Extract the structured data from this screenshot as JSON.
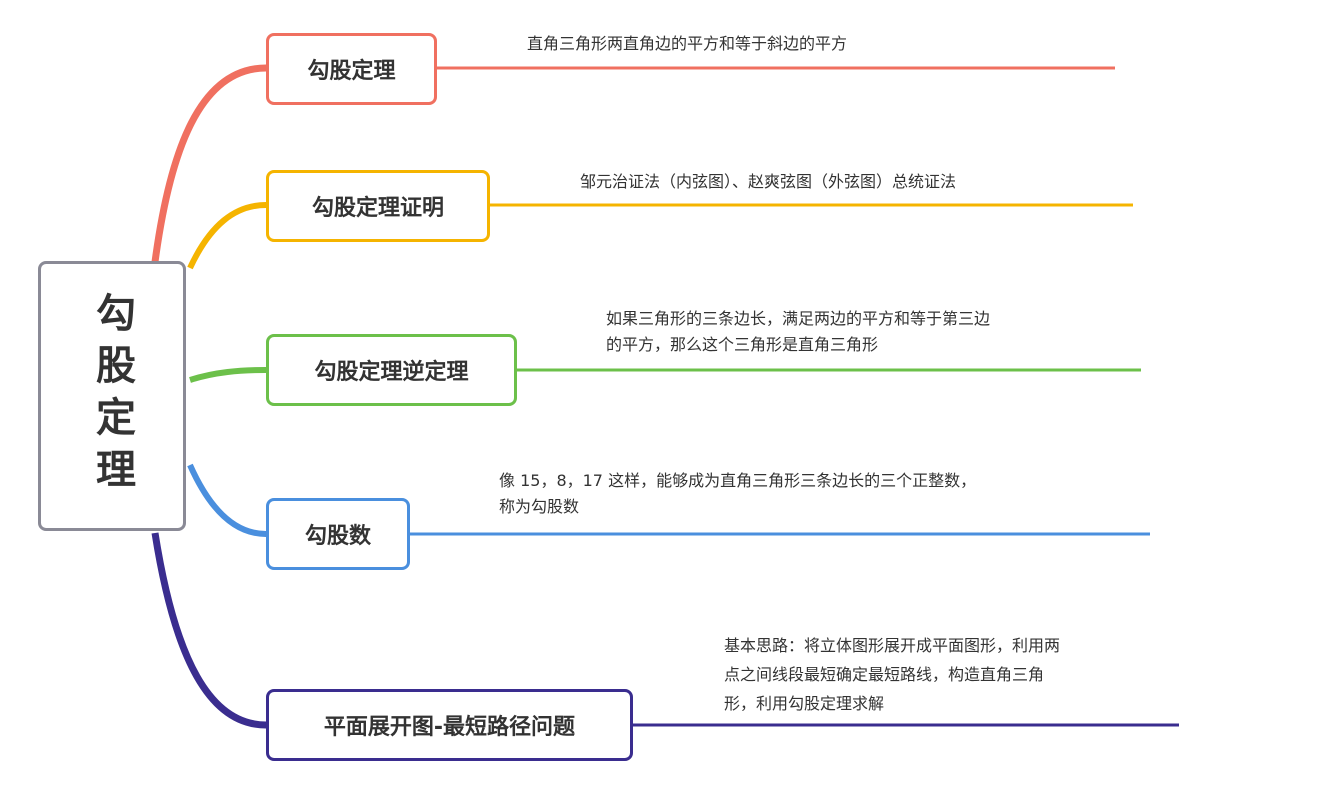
{
  "root": {
    "title": "勾股定理",
    "color": "#8a8a96"
  },
  "branches": [
    {
      "label": "勾股定理",
      "note": "直角三角形两直角边的平方和等于斜边的平方",
      "color": "#f07060"
    },
    {
      "label": "勾股定理证明",
      "note": "邹元治证法（内弦图）、赵爽弦图（外弦图）总统证法",
      "color": "#f5b400"
    },
    {
      "label": "勾股定理逆定理",
      "note": "如果三角形的三条边长，满足两边的平方和等于第三边\n的平方，那么这个三角形是直角三角形",
      "color": "#6cc04a"
    },
    {
      "label": "勾股数",
      "note": "像 15，8，17 这样，能够成为直角三角形三条边长的三个正整数，\n称为勾股数",
      "color": "#4a8fde"
    },
    {
      "label": "平面展开图-最短路径问题",
      "note": "基本思路：将立体图形展开成平面图形，利用两\n点之间线段最短确定最短路线，构造直角三角\n形，利用勾股定理求解",
      "color": "#3a2d8f"
    }
  ]
}
